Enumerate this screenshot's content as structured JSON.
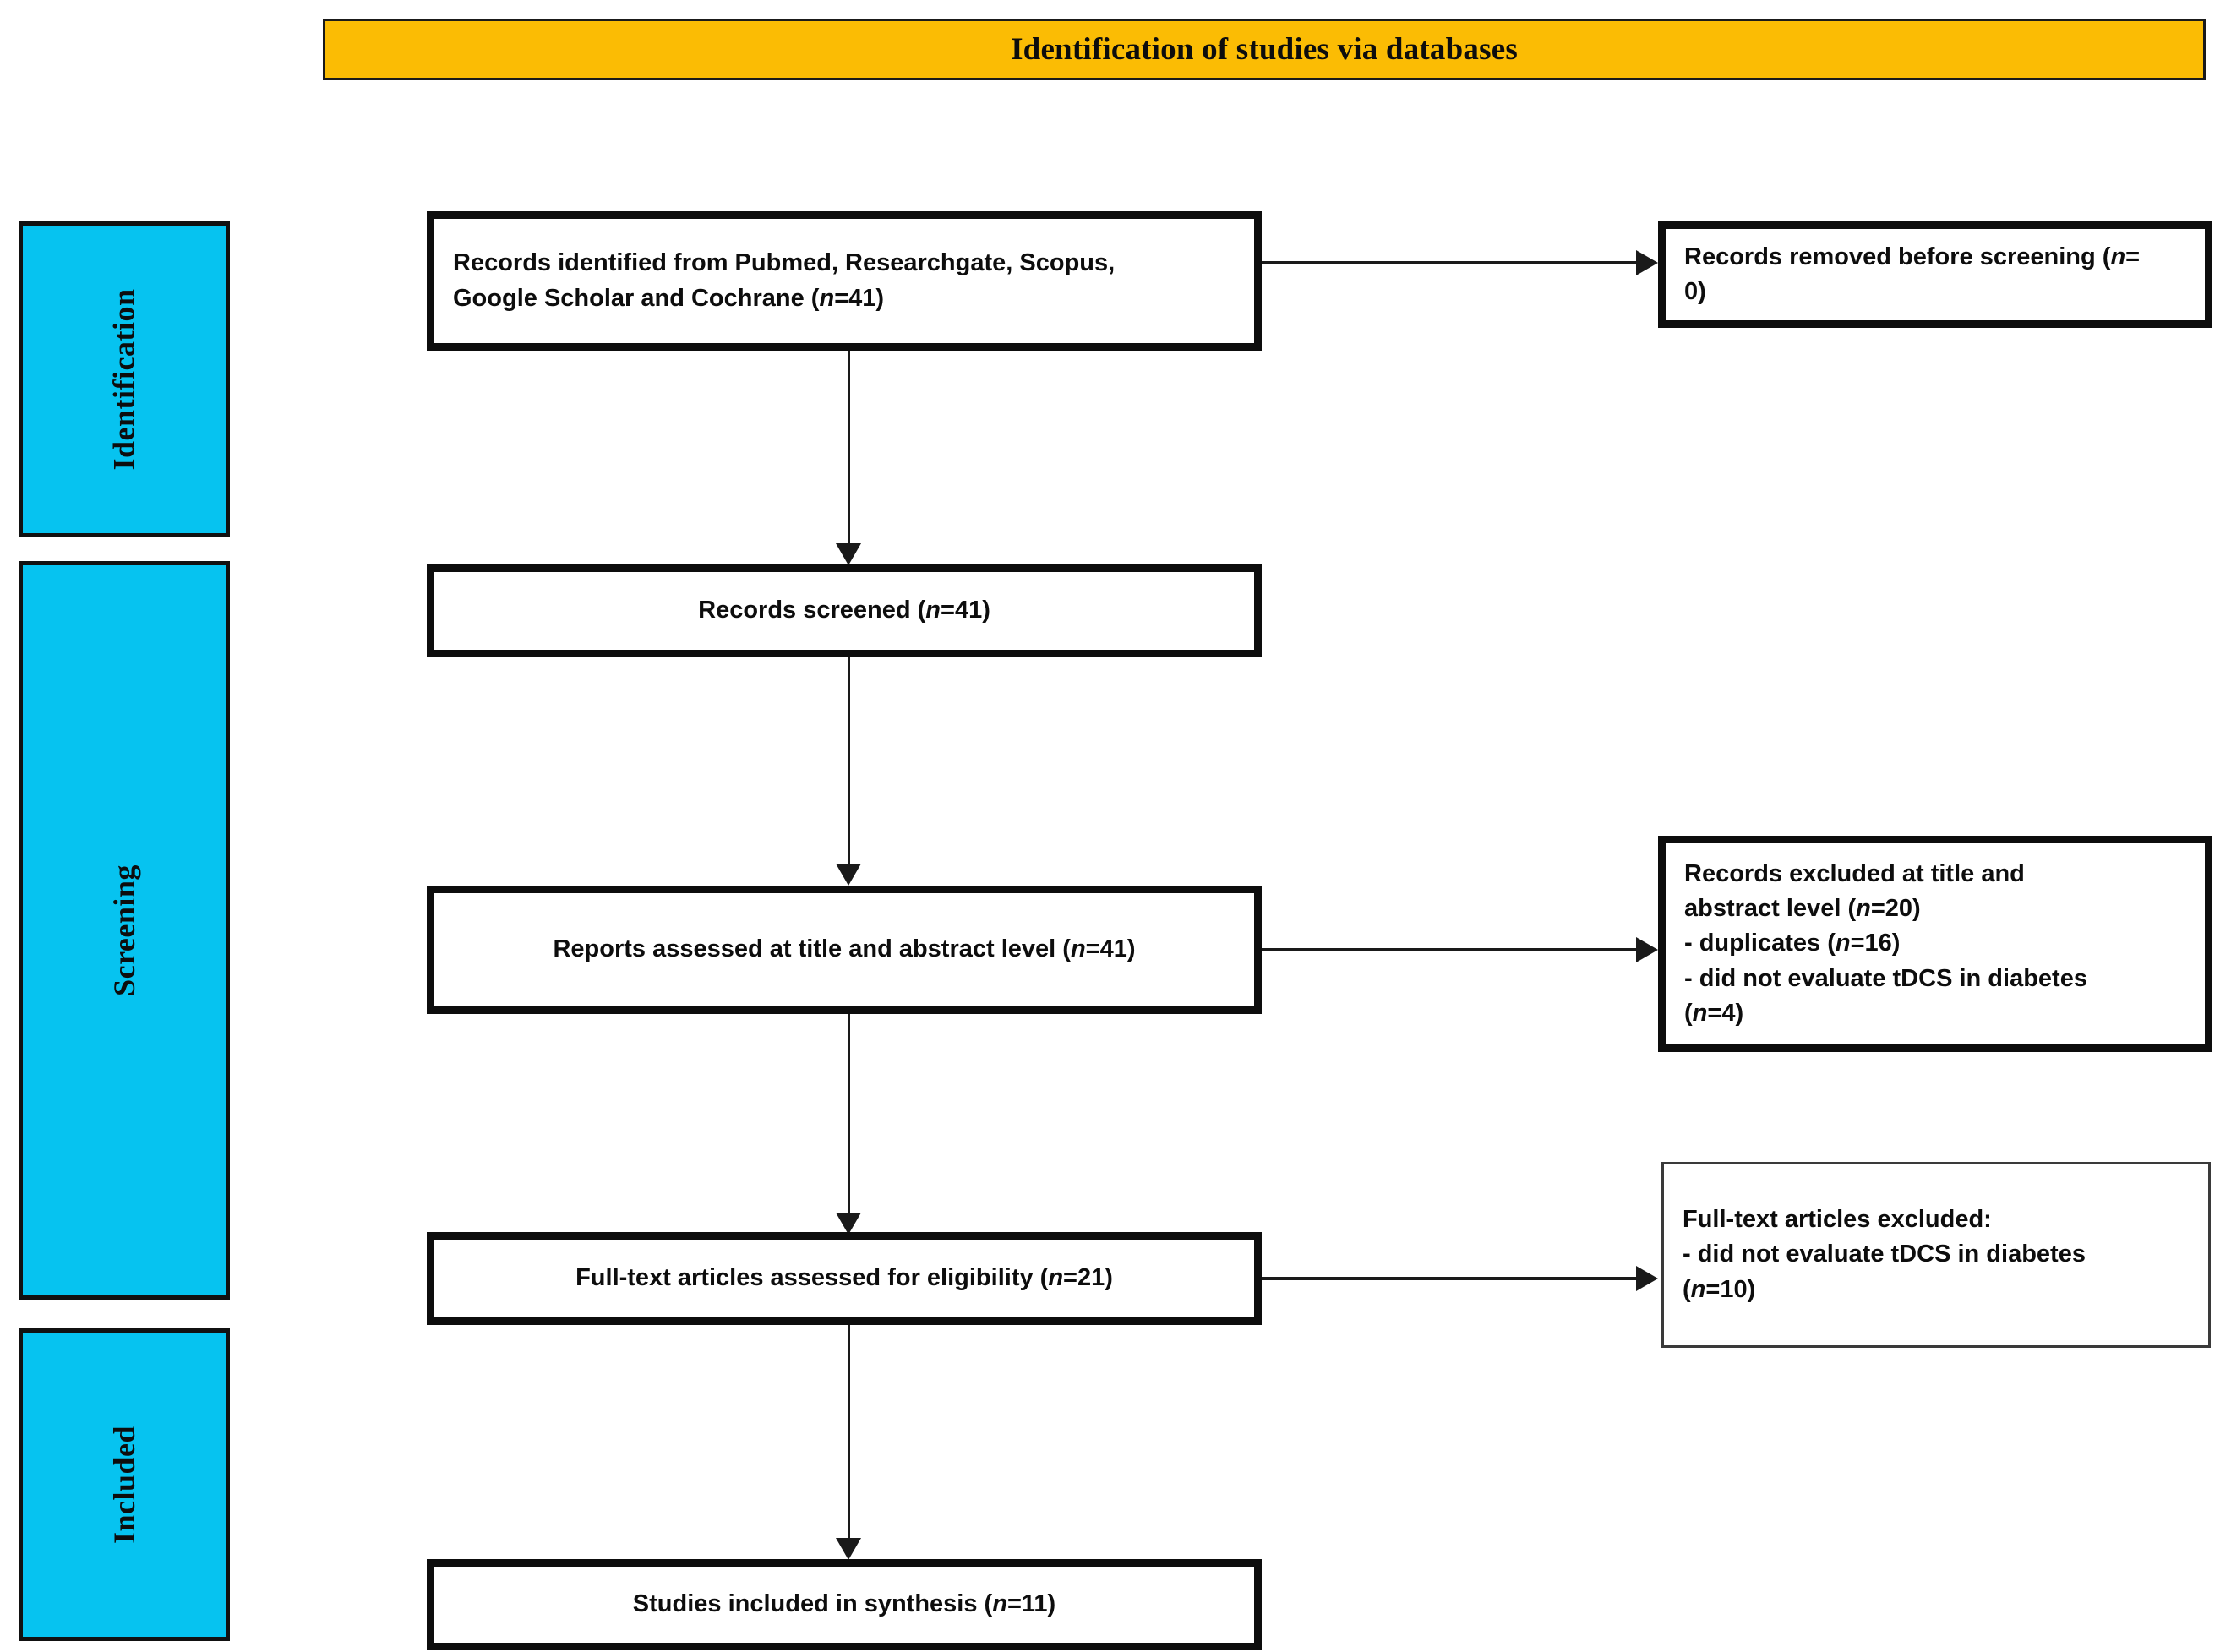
{
  "diagram": {
    "type": "prisma-flow-diagram",
    "banner": {
      "title": "Identification of studies via databases",
      "color": "#FBBC04"
    },
    "stages": [
      {
        "id": "identification",
        "label": "Identification",
        "color": "#06C3F0"
      },
      {
        "id": "screening",
        "label": "Screening",
        "color": "#06C3F0"
      },
      {
        "id": "included",
        "label": "Included",
        "color": "#06C3F0"
      }
    ],
    "nodes": {
      "records_identified": {
        "line1": "Records identified from Pubmed, Researchgate, Scopus,",
        "line2_pre": "Google Scholar and Cochrane (",
        "line2_n": "n",
        "line2_post": "=41)"
      },
      "records_removed": {
        "line1_pre": "Records removed before screening (",
        "line1_n": "n",
        "line1_post": "=",
        "line2": "0)"
      },
      "records_screened": {
        "pre": "Records screened (",
        "n": "n",
        "post": "=41)"
      },
      "reports_assessed": {
        "pre": "Reports assessed at title and abstract level (",
        "n": "n",
        "post": "=41)"
      },
      "records_excluded": {
        "line1": "Records excluded at title and",
        "line2_pre": "abstract level (",
        "line2_n": "n",
        "line2_post": "=20)",
        "line3_pre": "- duplicates (",
        "line3_n": "n",
        "line3_post": "=16)",
        "line4": "- did not evaluate tDCS in diabetes",
        "line5_pre": "(",
        "line5_n": "n",
        "line5_post": "=4)"
      },
      "fulltext_assessed": {
        "pre": "Full-text articles assessed for eligibility (",
        "n": "n",
        "post": "=21)"
      },
      "fulltext_excluded": {
        "line1": "Full-text articles excluded:",
        "line2": "- did not evaluate tDCS in diabetes",
        "line3_pre": "(",
        "line3_n": "n",
        "line3_post": "=10)"
      },
      "studies_included": {
        "pre": "Studies included in synthesis (",
        "n": "n",
        "post": "=11)"
      }
    },
    "counts": {
      "identified": 41,
      "removed_before_screening": 0,
      "screened": 41,
      "assessed_title_abstract": 41,
      "excluded_title_abstract": 20,
      "excluded_duplicates": 16,
      "excluded_not_tdcs_diabetes": 4,
      "fulltext_assessed": 21,
      "fulltext_excluded_not_tdcs_diabetes": 10,
      "included_in_synthesis": 11
    }
  }
}
